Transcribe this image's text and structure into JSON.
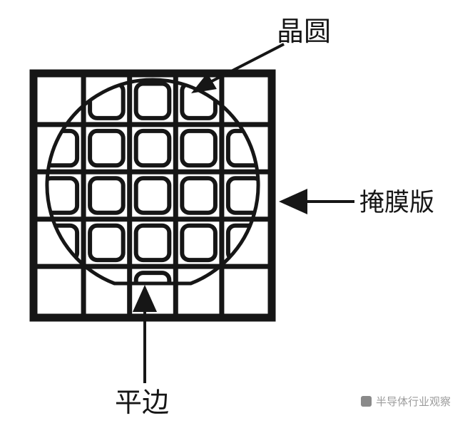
{
  "figure": {
    "labels": {
      "wafer": "晶圆",
      "mask_plate": "掩膜版",
      "flat_edge": "平边"
    },
    "watermark": "半导体行业观察",
    "colors": {
      "ink": "#161616",
      "background": "#ffffff",
      "watermark_text": "#9c9c9c"
    }
  }
}
